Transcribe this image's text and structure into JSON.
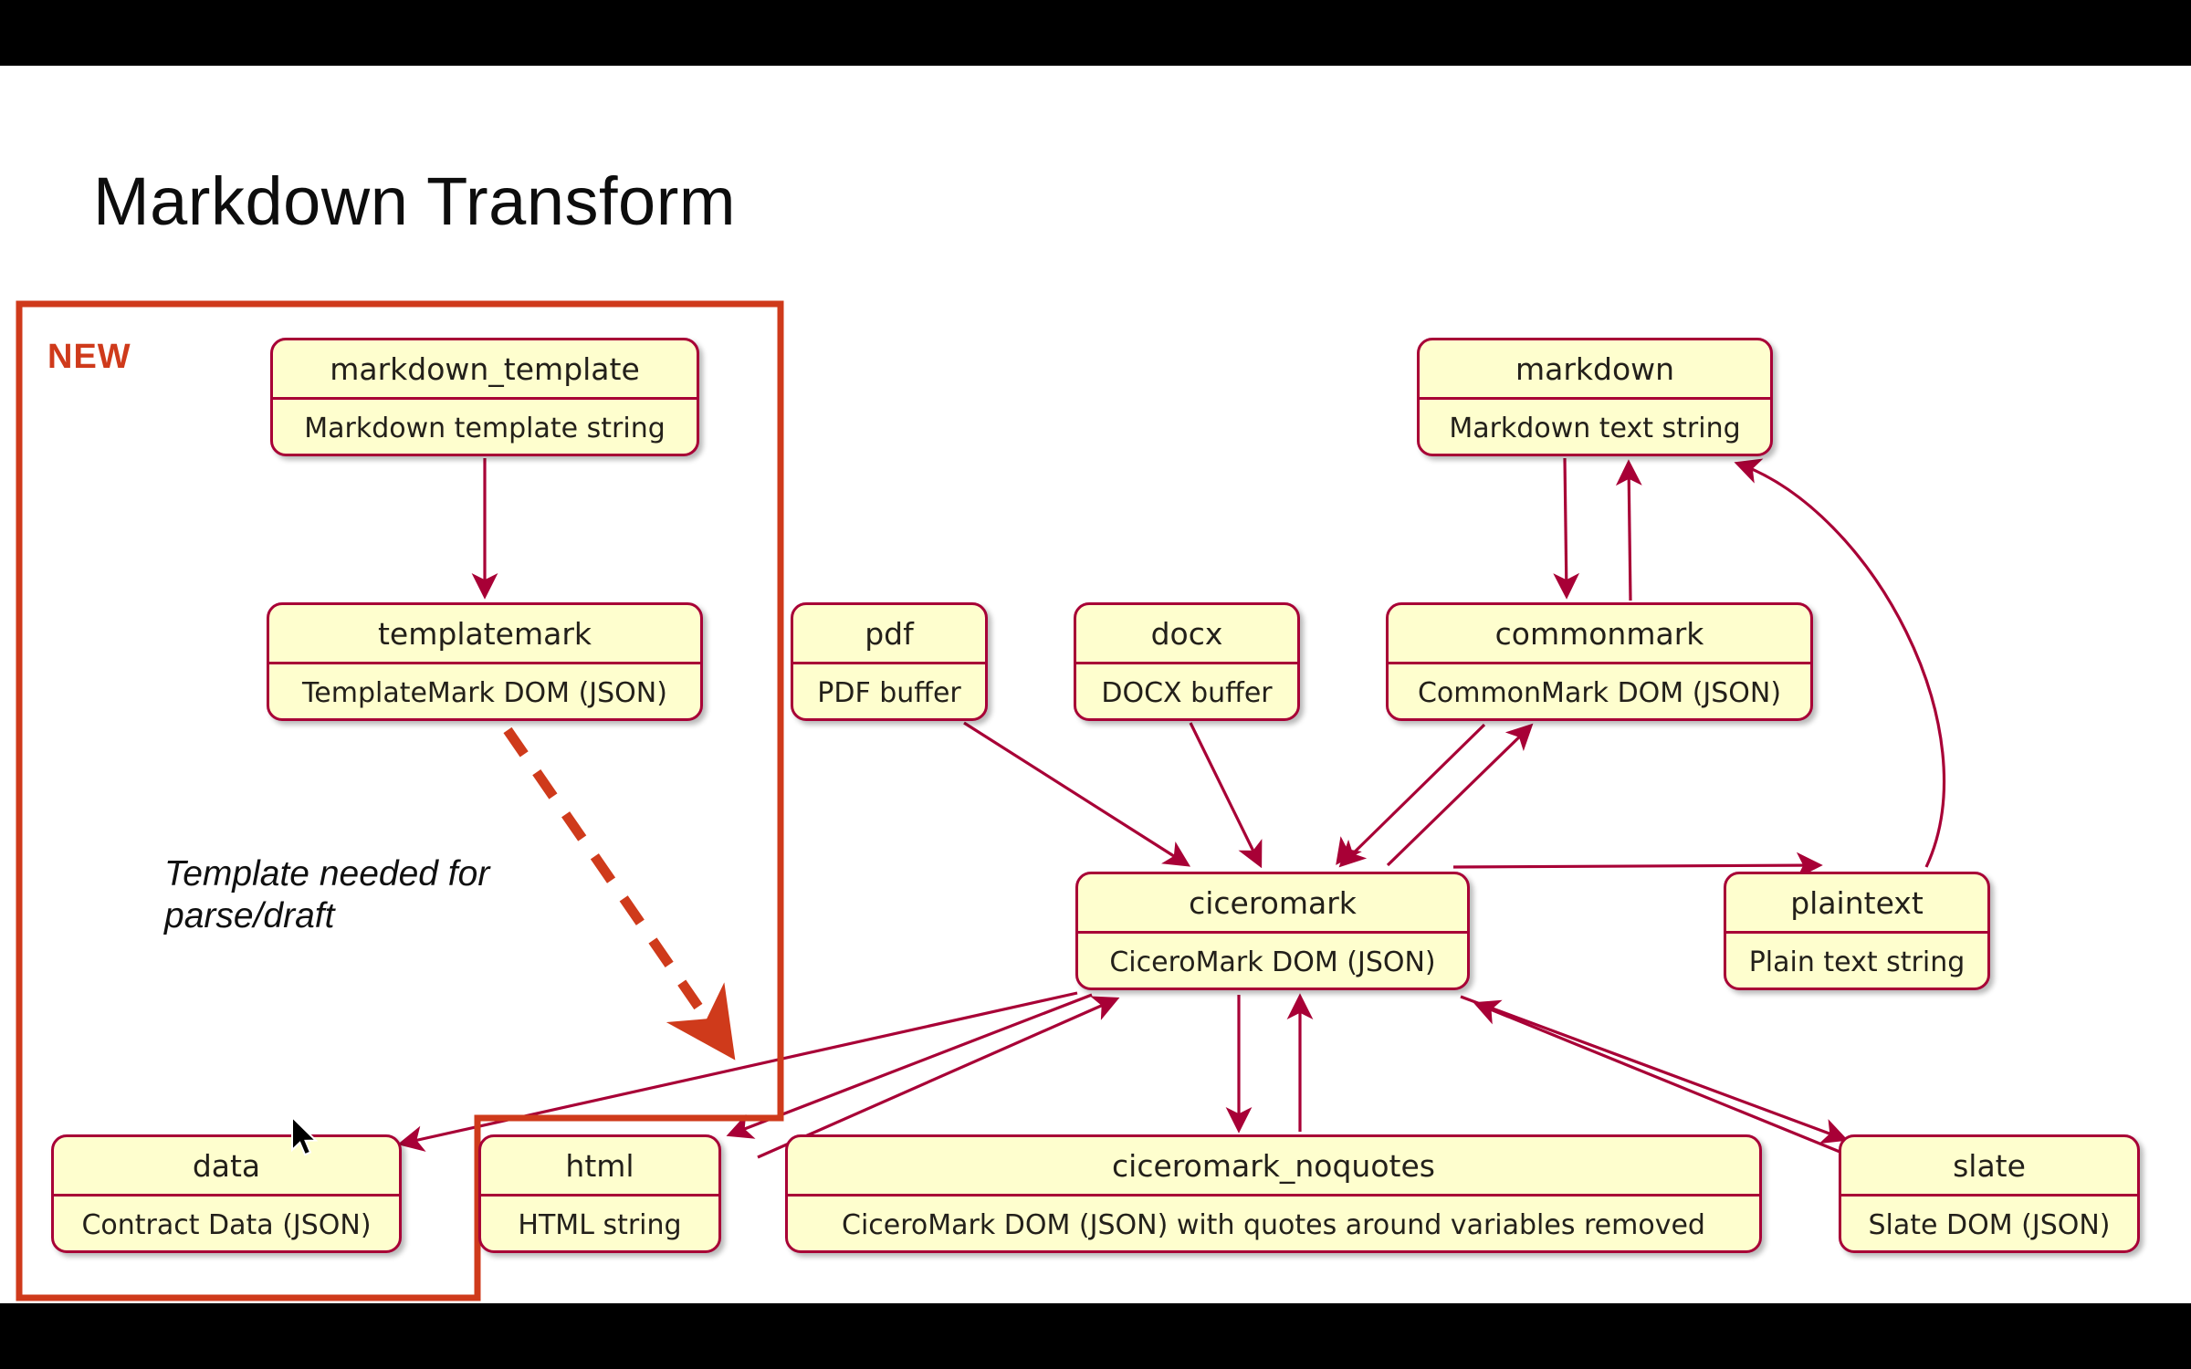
{
  "title": "Markdown Transform",
  "group": {
    "label": "NEW",
    "color": "#CF3A1B"
  },
  "note": "Template needed for parse/draft",
  "colors": {
    "node_fill": "#FEFECE",
    "node_border": "#A80036",
    "arrow": "#A80036",
    "highlight": "#CF3A1B",
    "letterbox": "#000000"
  },
  "nodes": [
    {
      "id": "markdown_template",
      "name": "markdown_template",
      "description": "Markdown template string"
    },
    {
      "id": "templatemark",
      "name": "templatemark",
      "description": "TemplateMark DOM (JSON)"
    },
    {
      "id": "pdf",
      "name": "pdf",
      "description": "PDF buffer"
    },
    {
      "id": "docx",
      "name": "docx",
      "description": "DOCX buffer"
    },
    {
      "id": "markdown",
      "name": "markdown",
      "description": "Markdown text string"
    },
    {
      "id": "commonmark",
      "name": "commonmark",
      "description": "CommonMark DOM (JSON)"
    },
    {
      "id": "ciceromark",
      "name": "ciceromark",
      "description": "CiceroMark DOM (JSON)"
    },
    {
      "id": "plaintext",
      "name": "plaintext",
      "description": "Plain text string"
    },
    {
      "id": "data",
      "name": "data",
      "description": "Contract Data (JSON)"
    },
    {
      "id": "html",
      "name": "html",
      "description": "HTML string"
    },
    {
      "id": "ciceromark_noquotes",
      "name": "ciceromark_noquotes",
      "description": "CiceroMark DOM (JSON) with quotes around variables removed"
    },
    {
      "id": "slate",
      "name": "slate",
      "description": "Slate DOM (JSON)"
    }
  ],
  "group_members": [
    "markdown_template",
    "templatemark",
    "data"
  ],
  "edges": [
    {
      "from": "markdown_template",
      "to": "templatemark",
      "style": "solid"
    },
    {
      "from": "templatemark",
      "to": "data",
      "style": "dashed"
    },
    {
      "from": "pdf",
      "to": "ciceromark",
      "style": "solid"
    },
    {
      "from": "docx",
      "to": "ciceromark",
      "style": "solid"
    },
    {
      "from": "markdown",
      "to": "commonmark",
      "style": "solid"
    },
    {
      "from": "commonmark",
      "to": "markdown",
      "style": "solid"
    },
    {
      "from": "plaintext",
      "to": "markdown",
      "style": "solid"
    },
    {
      "from": "commonmark",
      "to": "ciceromark",
      "style": "solid"
    },
    {
      "from": "ciceromark",
      "to": "commonmark",
      "style": "solid"
    },
    {
      "from": "ciceromark",
      "to": "plaintext",
      "style": "solid"
    },
    {
      "from": "ciceromark",
      "to": "ciceromark_noquotes",
      "style": "solid"
    },
    {
      "from": "ciceromark_noquotes",
      "to": "ciceromark",
      "style": "solid"
    },
    {
      "from": "ciceromark",
      "to": "html",
      "style": "solid"
    },
    {
      "from": "html",
      "to": "ciceromark",
      "style": "solid"
    },
    {
      "from": "ciceromark",
      "to": "data",
      "style": "solid"
    },
    {
      "from": "ciceromark",
      "to": "slate",
      "style": "solid"
    },
    {
      "from": "slate",
      "to": "ciceromark",
      "style": "solid"
    }
  ]
}
